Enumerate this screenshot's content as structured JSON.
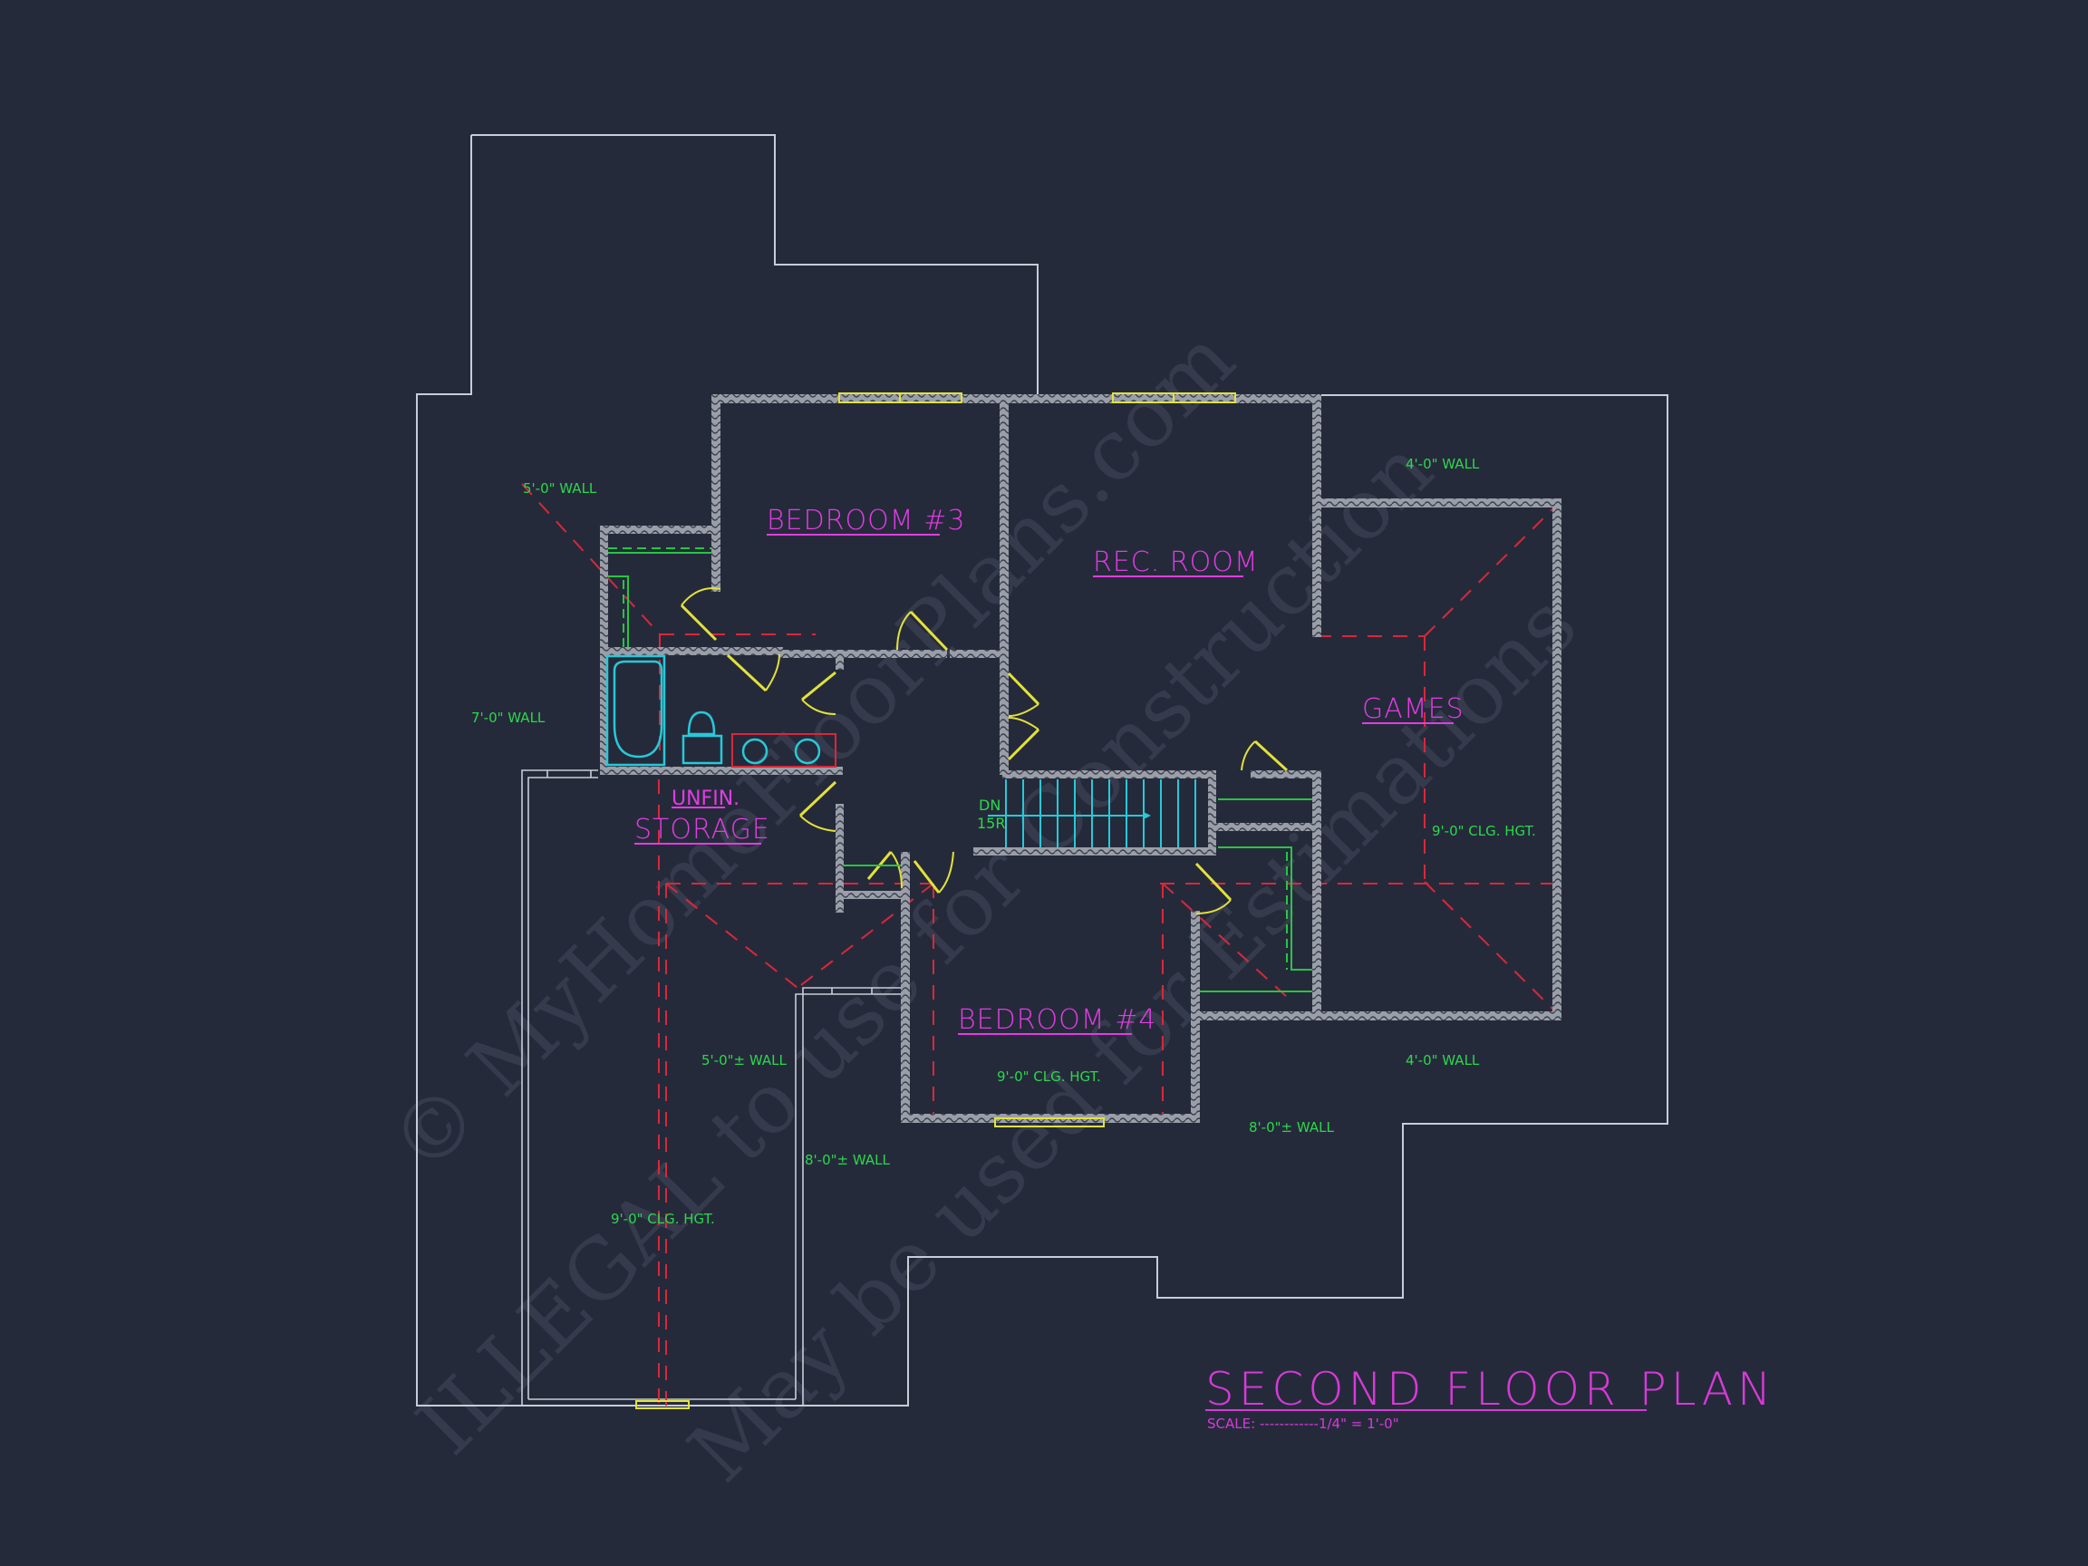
{
  "drawing": {
    "title": "SECOND FLOOR PLAN",
    "scale_label": "SCALE:",
    "scale_value": "------------1/4\" = 1'-0\"",
    "colors": {
      "background": "#252a3b",
      "walls": "#b9bcc4",
      "outline": "#c8ccd8",
      "room_labels": "#e23ce2",
      "notes": "#2bd84a",
      "doors_windows": "#e2e23a",
      "fixtures_stairs": "#27c9d8",
      "ceiling_lines": "#d8283a"
    }
  },
  "rooms": [
    {
      "id": "bedroom-3",
      "label": "BEDROOM #3"
    },
    {
      "id": "rec-room",
      "label": "REC. ROOM"
    },
    {
      "id": "games",
      "label": "GAMES"
    },
    {
      "id": "bedroom-4",
      "label": "BEDROOM #4"
    },
    {
      "id": "unfin-storage",
      "label_top": "UNFIN.",
      "label": "STORAGE"
    }
  ],
  "notes": [
    {
      "id": "wall-5ft-left",
      "text": "5'-0\" WALL"
    },
    {
      "id": "wall-7ft-left",
      "text": "7'-0\" WALL"
    },
    {
      "id": "wall-4ft-top-right",
      "text": "4'-0\" WALL"
    },
    {
      "id": "wall-4ft-bottom-right",
      "text": "4'-0\" WALL"
    },
    {
      "id": "games-clg",
      "text": "9'-0\" CLG. HGT."
    },
    {
      "id": "bedroom4-clg",
      "text": "9'-0\" CLG. HGT."
    },
    {
      "id": "storage-clg",
      "text": "9'-0\" CLG. HGT."
    },
    {
      "id": "wall-5ft-storage",
      "text": "5'-0\"± WALL"
    },
    {
      "id": "wall-8ft-storage",
      "text": "8'-0\"± WALL"
    },
    {
      "id": "wall-8ft-bottom",
      "text": "8'-0\"± WALL"
    }
  ],
  "stairs": {
    "direction": "DN",
    "risers": "15R"
  },
  "watermark": [
    "© MyHomeFloorPlans.com",
    "ILLEGAL to use for Construction",
    "May be used for Estimations"
  ]
}
